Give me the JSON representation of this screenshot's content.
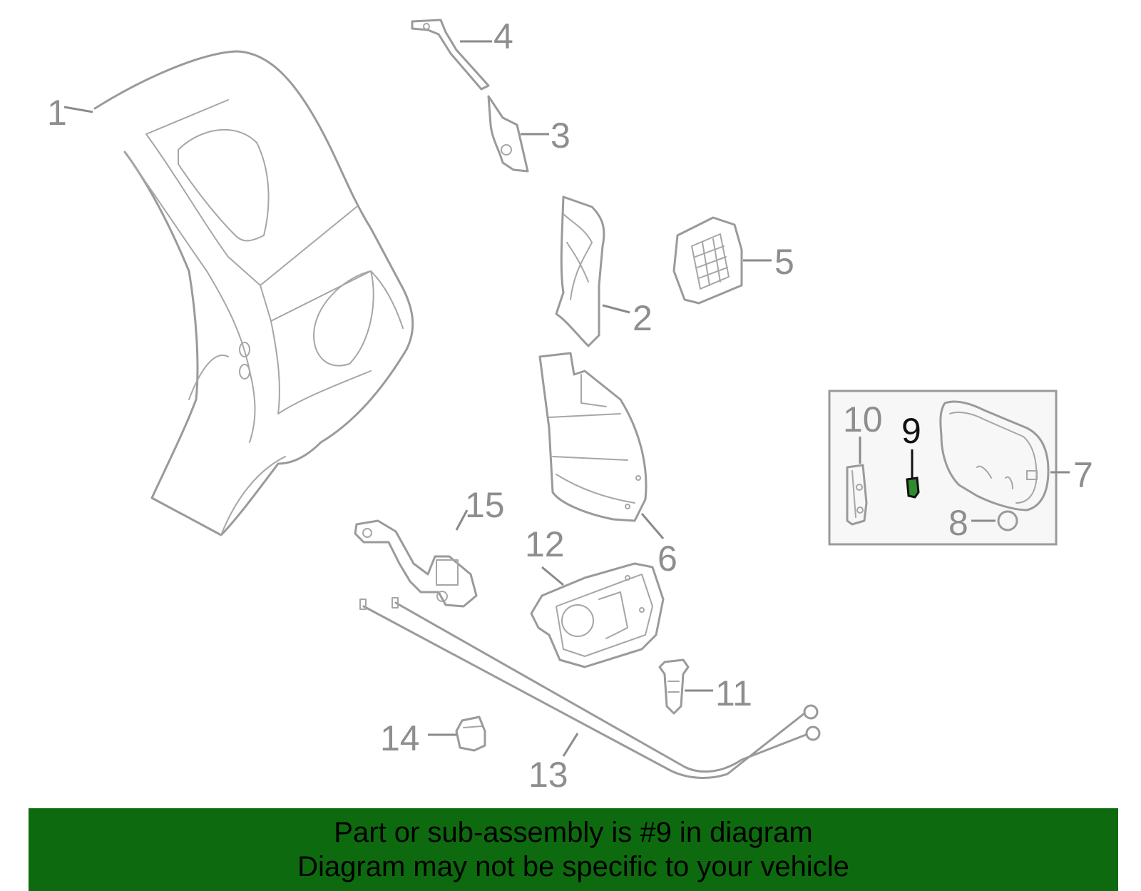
{
  "diagram": {
    "callouts": [
      {
        "id": "1",
        "label": "1"
      },
      {
        "id": "2",
        "label": "2"
      },
      {
        "id": "3",
        "label": "3"
      },
      {
        "id": "4",
        "label": "4"
      },
      {
        "id": "5",
        "label": "5"
      },
      {
        "id": "6",
        "label": "6"
      },
      {
        "id": "7",
        "label": "7"
      },
      {
        "id": "8",
        "label": "8"
      },
      {
        "id": "9",
        "label": "9"
      },
      {
        "id": "10",
        "label": "10"
      },
      {
        "id": "11",
        "label": "11"
      },
      {
        "id": "12",
        "label": "12"
      },
      {
        "id": "13",
        "label": "13"
      },
      {
        "id": "14",
        "label": "14"
      },
      {
        "id": "15",
        "label": "15"
      }
    ],
    "highlighted_part": "9",
    "colors": {
      "line": "#9a9a9a",
      "callout": "#8e8e8e",
      "highlight": "#111111",
      "highlight_part": "#2e8b2e",
      "banner": "#0e6a0e"
    }
  },
  "banner": {
    "line1": "Part or sub-assembly is #9 in diagram",
    "line2": "Diagram may not be specific to your vehicle"
  }
}
